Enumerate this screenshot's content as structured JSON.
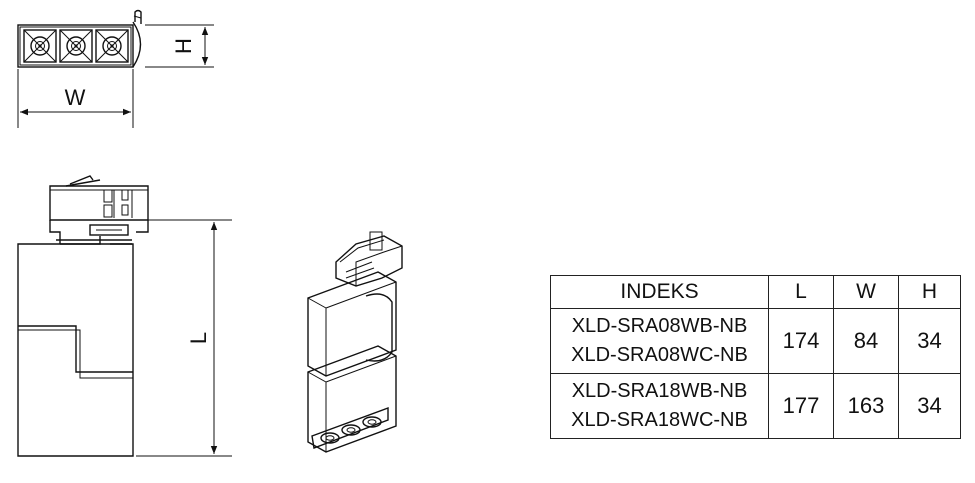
{
  "dimensions": {
    "height_label": "H",
    "width_label": "W",
    "length_label": "L"
  },
  "table": {
    "headers": [
      "INDEKS",
      "L",
      "W",
      "H"
    ],
    "rows": [
      {
        "indeks": [
          "XLD-SRA08WB-NB",
          "XLD-SRA08WC-NB"
        ],
        "L": "174",
        "W": "84",
        "H": "34"
      },
      {
        "indeks": [
          "XLD-SRA18WB-NB",
          "XLD-SRA18WC-NB"
        ],
        "L": "177",
        "W": "163",
        "H": "34"
      }
    ]
  }
}
